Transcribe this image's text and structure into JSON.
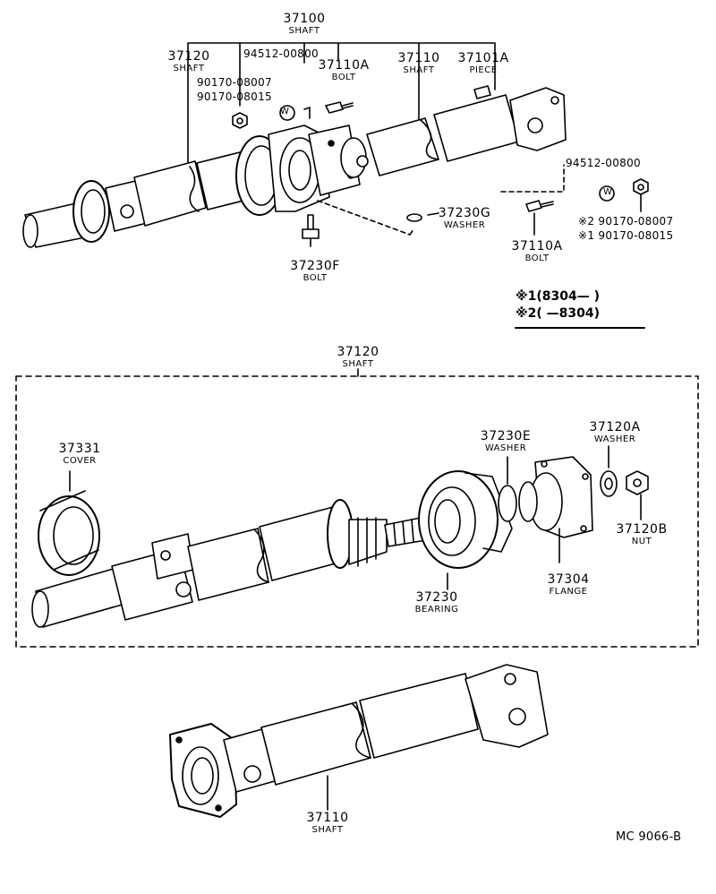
{
  "labels": {
    "p37100": {
      "number": "37100",
      "name": "SHAFT"
    },
    "p37120_top": {
      "number": "37120",
      "name": "SHAFT"
    },
    "p94512_top": "94512-00800",
    "p90170_a": "90170-08007",
    "p90170_b": "90170-08015",
    "p37110A_top": {
      "number": "37110A",
      "name": "BOLT"
    },
    "p37110_top": {
      "number": "37110",
      "name": "SHAFT"
    },
    "p37101A": {
      "number": "37101A",
      "name": "PIECE"
    },
    "p94512_right": "94512-00800",
    "p90170_r2": "※2 90170-08007",
    "p90170_r1": "※1 90170-08015",
    "p37230G": {
      "number": "37230G",
      "name": "WASHER"
    },
    "p37110A_right": {
      "number": "37110A",
      "name": "BOLT"
    },
    "p37230F": {
      "number": "37230F",
      "name": "BOLT"
    },
    "p37120_mid": {
      "number": "37120",
      "name": "SHAFT"
    },
    "p37331": {
      "number": "37331",
      "name": "COVER"
    },
    "p37230E": {
      "number": "37230E",
      "name": "WASHER"
    },
    "p37120A": {
      "number": "37120A",
      "name": "WASHER"
    },
    "p37120B": {
      "number": "37120B",
      "name": "NUT"
    },
    "p37304": {
      "number": "37304",
      "name": "FLANGE"
    },
    "p37230": {
      "number": "37230",
      "name": "BEARING"
    },
    "p37110_bot": {
      "number": "37110",
      "name": "SHAFT"
    }
  },
  "washer_marks": [
    "W",
    "W"
  ],
  "legend": {
    "line1": "※1(8304—          )",
    "line2": "※2(          —8304)"
  },
  "code": "MC  9066-B"
}
